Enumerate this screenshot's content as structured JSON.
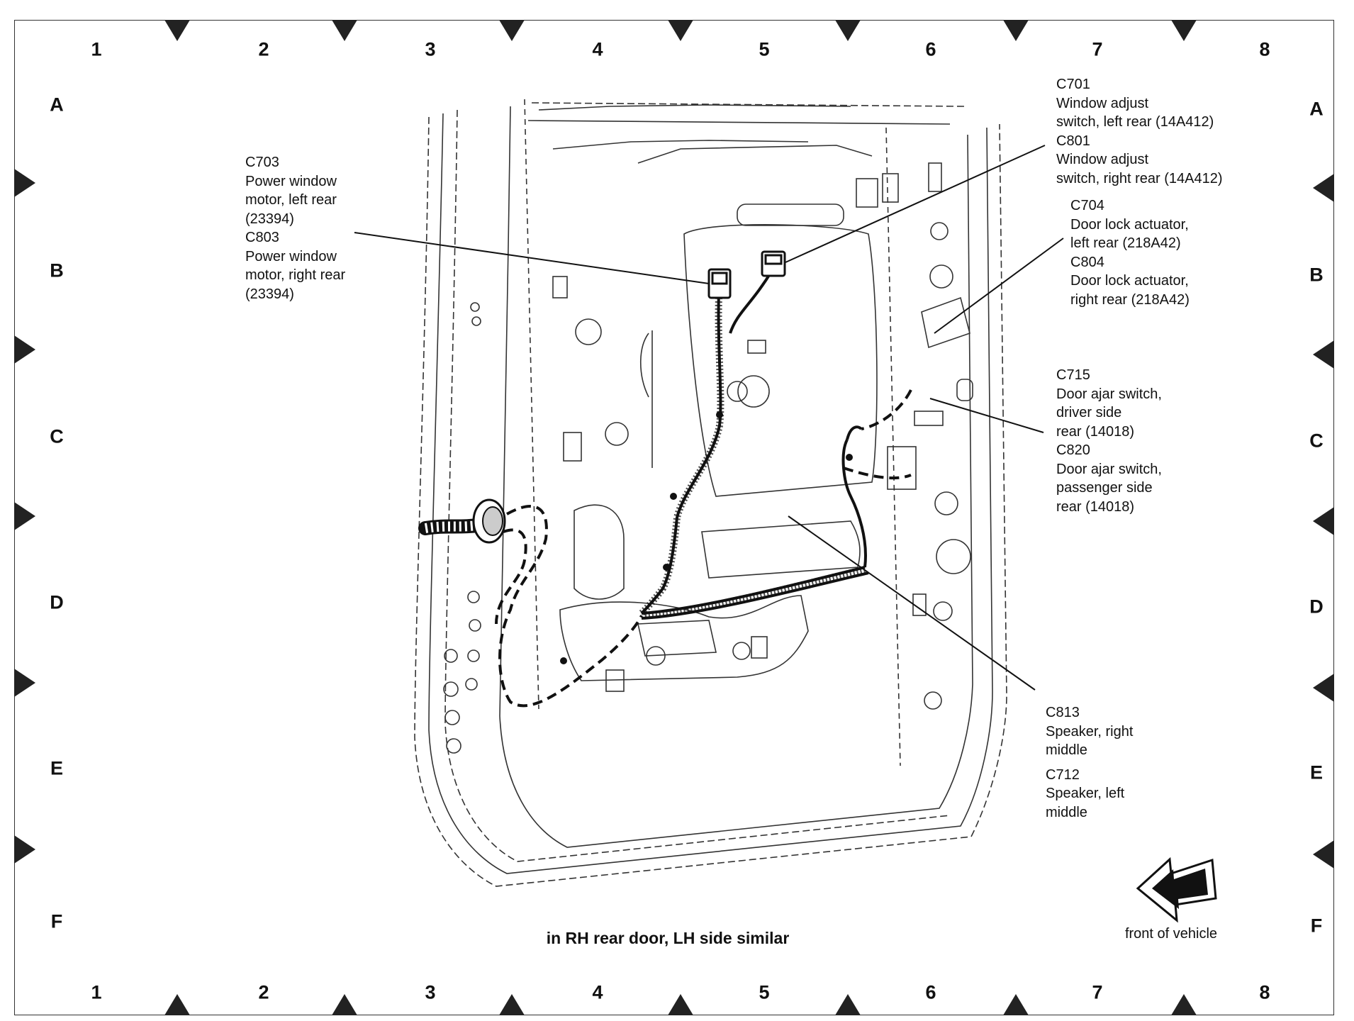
{
  "grid": {
    "columns": [
      "1",
      "2",
      "3",
      "4",
      "5",
      "6",
      "7",
      "8"
    ],
    "rows": [
      "A",
      "B",
      "C",
      "D",
      "E",
      "F"
    ]
  },
  "callouts": [
    {
      "id": "c703-c803",
      "lines": [
        "C703",
        "Power window",
        "motor, left rear",
        "(23394)"
      ],
      "lines2": [
        "C803",
        "Power window",
        "motor, right rear",
        "(23394)"
      ]
    },
    {
      "id": "c701-c801",
      "lines": [
        "C701",
        "Window adjust",
        "switch, left rear (14A412)"
      ],
      "lines2": [
        "C801",
        "Window adjust",
        "switch, right rear (14A412)"
      ]
    },
    {
      "id": "c704-c804",
      "lines": [
        "C704",
        "Door lock actuator,",
        "left rear (218A42)"
      ],
      "lines2": [
        "C804",
        "Door lock actuator,",
        "right rear (218A42)"
      ]
    },
    {
      "id": "c715-c820",
      "lines": [
        "C715",
        "Door ajar switch,",
        "driver side",
        "rear (14018)"
      ],
      "lines2": [
        "C820",
        "Door ajar switch,",
        "passenger side",
        "rear (14018)"
      ]
    },
    {
      "id": "c813-c712",
      "lines": [
        "C813",
        "Speaker, right",
        "middle"
      ],
      "lines2": [
        "C712",
        "Speaker, left",
        "middle"
      ]
    }
  ],
  "caption": "in RH rear door, LH side similar",
  "front_label": "front of vehicle",
  "colors": {
    "ink": "#111111",
    "marker": "#222222",
    "marker_shade": "#8a8a8a"
  }
}
